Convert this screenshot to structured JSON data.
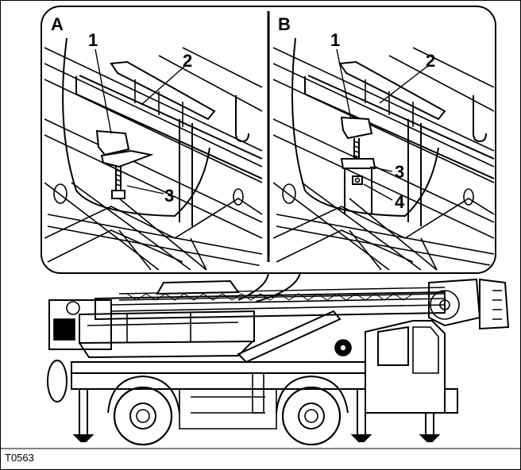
{
  "figure": {
    "code": "T0563",
    "panels": [
      {
        "letter": "A",
        "callouts": [
          "1",
          "2",
          "3"
        ]
      },
      {
        "letter": "B",
        "callouts": [
          "1",
          "2",
          "3",
          "4"
        ]
      }
    ]
  },
  "colors": {
    "line": "#000000",
    "background": "#ffffff"
  }
}
